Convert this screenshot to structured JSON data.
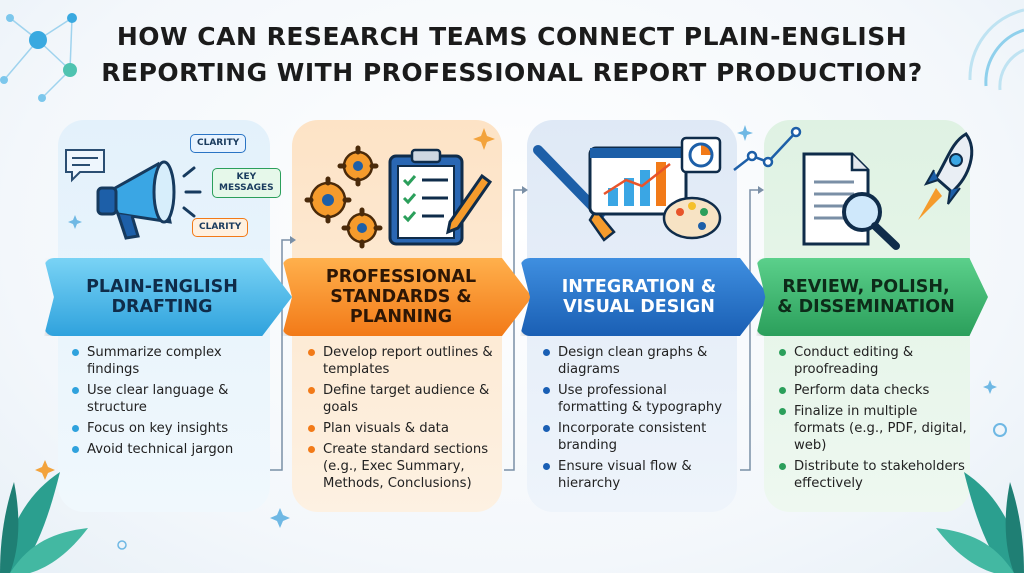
{
  "title": {
    "line1": "HOW CAN RESEARCH TEAMS CONNECT PLAIN-ENGLISH",
    "line2": "REPORTING WITH PROFESSIONAL REPORT PRODUCTION?"
  },
  "bubbles": {
    "clarity_top": "CLARITY",
    "key_messages": "KEY\nMESSAGES",
    "clarity_bottom": "CLARITY"
  },
  "stages": [
    {
      "title": "PLAIN-ENGLISH\nDRAFTING",
      "color": "#2fa2dd",
      "bullets": [
        "Summarize complex findings",
        "Use clear language & structure",
        "Focus on key insights",
        "Avoid technical jargon"
      ]
    },
    {
      "title": "PROFESSIONAL\nSTANDARDS &\nPLANNING",
      "color": "#f27a18",
      "bullets": [
        "Develop report outlines & templates",
        "Define target audience & goals",
        "Plan visuals & data",
        "Create standard sections (e.g., Exec Summary, Methods, Conclusions)"
      ]
    },
    {
      "title": "INTEGRATION &\nVISUAL DESIGN",
      "color": "#1a5fb4",
      "bullets": [
        "Design clean graphs & diagrams",
        "Use professional formatting & typography",
        "Incorporate consistent branding",
        "Ensure visual flow & hierarchy"
      ]
    },
    {
      "title": "REVIEW, POLISH,\n& DISSEMINATION",
      "color": "#2b9f5b",
      "bullets": [
        "Conduct editing & proofreading",
        "Perform data checks",
        "Finalize in multiple formats (e.g., PDF, digital, web)",
        "Distribute to stakeholders effectively"
      ]
    }
  ]
}
